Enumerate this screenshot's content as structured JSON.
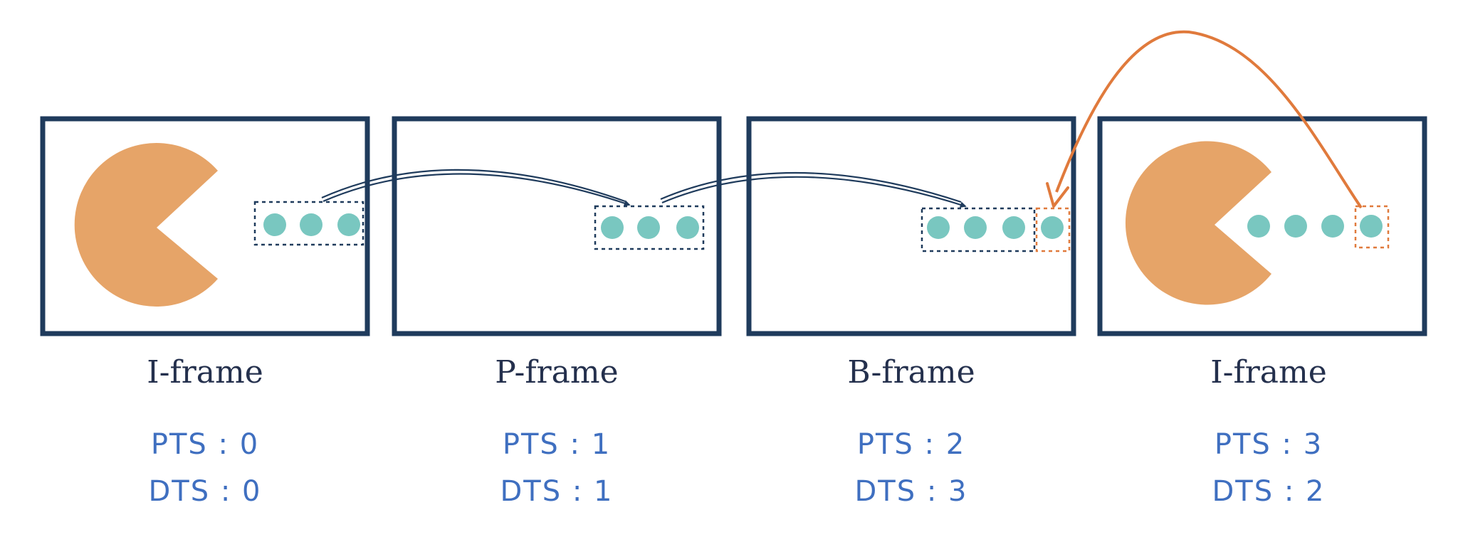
{
  "colors": {
    "frame": "#1f3b5c",
    "pacman": "#e6a468",
    "dot": "#79c7c0",
    "prediction_arrow": "#1f3b5c",
    "reorder_arrow": "#e07a3c",
    "timestamp_text": "#3f6fc0",
    "label_text": "#24304d"
  },
  "frames": [
    {
      "label": "I-frame",
      "pts": "PTS : 0",
      "dts": "DTS : 0"
    },
    {
      "label": "P-frame",
      "pts": "PTS : 1",
      "dts": "DTS : 1"
    },
    {
      "label": "B-frame",
      "pts": "PTS : 2",
      "dts": "DTS : 3"
    },
    {
      "label": "I-frame",
      "pts": "PTS : 3",
      "dts": "DTS : 2"
    }
  ]
}
